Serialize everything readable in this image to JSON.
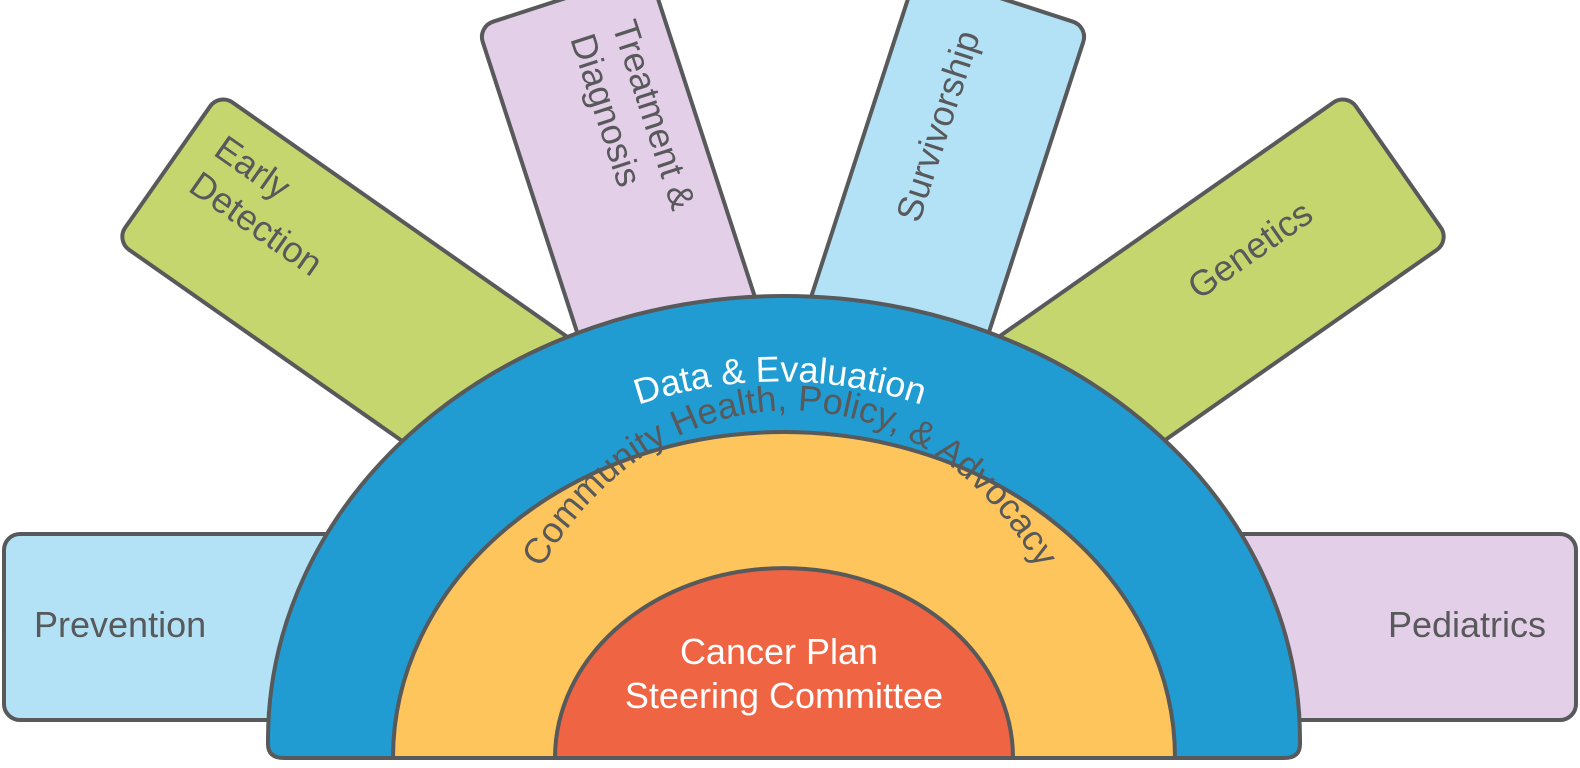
{
  "colors": {
    "outline": "#58595b",
    "light_blue": "#b3e1f5",
    "lime": "#c6d66e",
    "lavender": "#e4cfe8",
    "data_blue": "#219cd2",
    "community_yellow": "#fdc55b",
    "steering_orange": "#ef6442",
    "text_dark": "#58595b",
    "text_light": "#ffffff"
  },
  "rays": {
    "prevention": "Prevention",
    "early_detection": [
      "Early",
      "Detection"
    ],
    "treatment_diagnosis": [
      "Treatment &",
      "Diagnosis"
    ],
    "survivorship": "Survivorship",
    "genetics": "Genetics",
    "pediatrics": "Pediatrics"
  },
  "rings": {
    "data_evaluation": "Data & Evaluation",
    "community": "Community Health, Policy, & Advocacy",
    "steering": [
      "Cancer Plan",
      "Steering Committee"
    ]
  }
}
